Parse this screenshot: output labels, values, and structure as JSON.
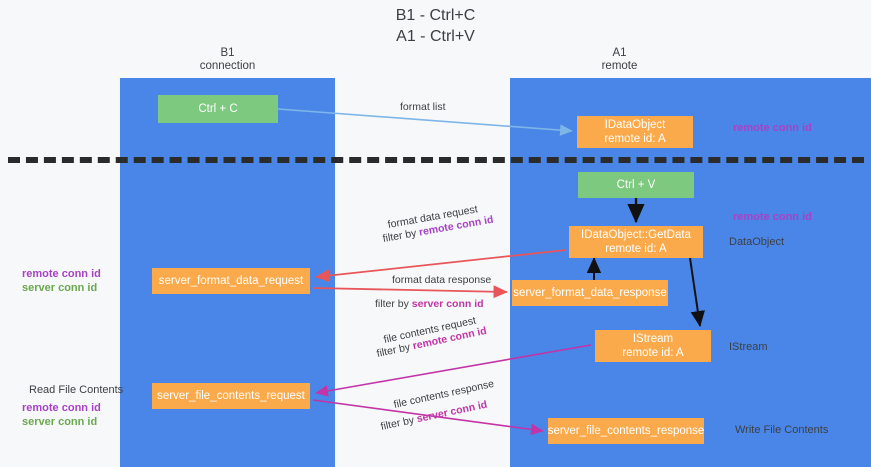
{
  "title": {
    "line1": "B1 - Ctrl+C",
    "line2": "A1 - Ctrl+V"
  },
  "lanes": [
    {
      "id": "b1",
      "name": "B1",
      "subtitle": "connection",
      "color": "#4a86e8"
    },
    {
      "id": "a1",
      "name": "A1",
      "subtitle": "remote",
      "color": "#4a86e8"
    }
  ],
  "boxes": {
    "ctrl_c": "Ctrl + C",
    "idataobject": {
      "line1": "IDataObject",
      "line2": "remote id: A"
    },
    "ctrl_v": "Ctrl + V",
    "getdata": {
      "line1": "IDataObject::GetData",
      "line2": "remote id: A"
    },
    "server_format_data_request": "server_format_data_request",
    "server_format_data_response": "server_format_data_response",
    "istream": {
      "line1": "IStream",
      "line2": "remote id: A"
    },
    "server_file_contents_request": "server_file_contents_request",
    "server_file_contents_response": "server_file_contents_response"
  },
  "arrow_labels": {
    "format_list": "format list",
    "format_data_request": "format data request",
    "format_data_request_filter_prefix": "filter by ",
    "format_data_request_filter_key": "remote conn id",
    "format_data_response": "format data response",
    "format_data_response_filter_prefix": "filter by ",
    "format_data_response_filter_key": "server conn id",
    "file_contents_request": "file contents request",
    "file_contents_request_filter_prefix": "filter by ",
    "file_contents_request_filter_key": "remote conn id",
    "file_contents_response": "file contents response",
    "file_contents_response_filter_prefix": "filter by ",
    "file_contents_response_filter_key": "server conn id"
  },
  "side_labels": {
    "remote_conn_id_top": "remote conn id",
    "remote_conn_id_mid": "remote conn id",
    "dataobject": "DataObject",
    "istream": "IStream",
    "write_file_contents": "Write File Contents",
    "read_file_contents": "Read File Contents",
    "left_remote_conn_id_1": "remote conn id",
    "left_server_conn_id_1": "server conn id",
    "left_remote_conn_id_2": "remote conn id",
    "left_server_conn_id_2": "server conn id"
  },
  "colors": {
    "lane": "#4a86e8",
    "green_box": "#7dc97f",
    "orange_box": "#fbaa4b",
    "purple_text": "#a742c6",
    "green_text": "#6aa84f",
    "magenta_text": "#c234a8",
    "blue_arrow": "#7eb6e8",
    "red_arrow": "#e8565a",
    "black_arrow": "#000000",
    "magenta_arrow": "#c234a8",
    "background": "#f7f8f9",
    "divider": "#2b2b2b"
  }
}
